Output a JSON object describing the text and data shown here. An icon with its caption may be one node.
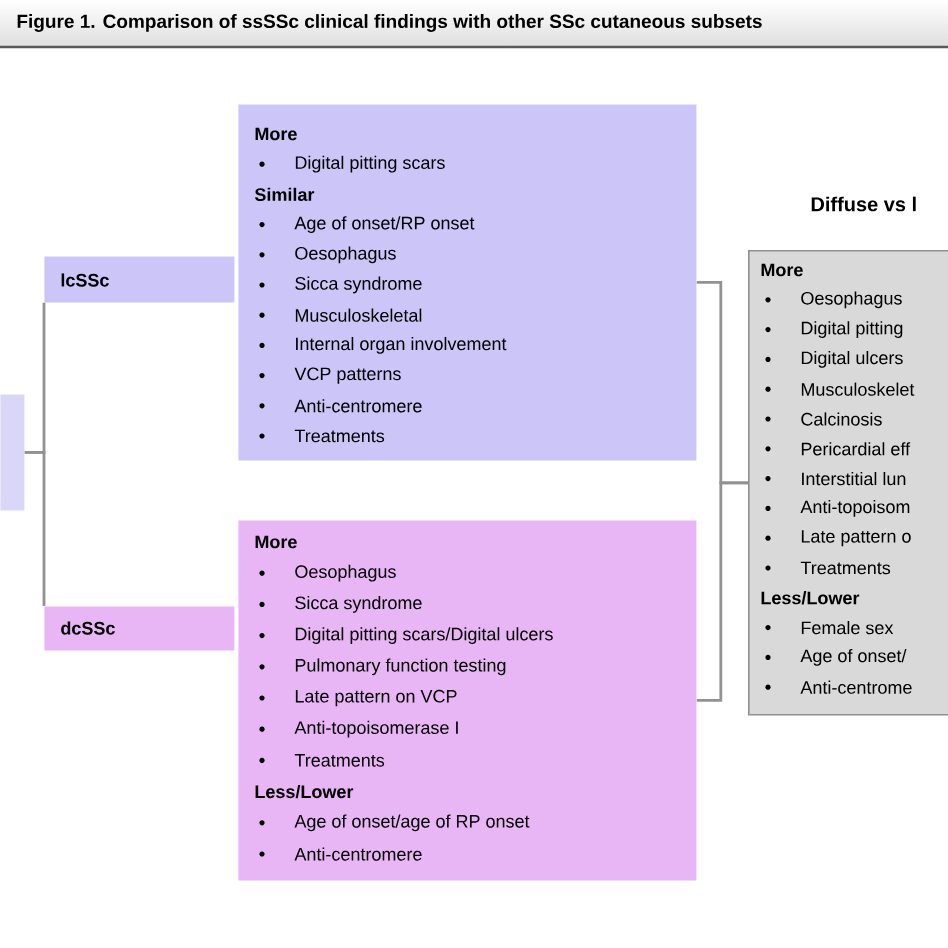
{
  "diagram": {
    "title": "Figure 1. Comparison of ssSSc clinical findings with other SSc cutaneous subsets",
    "nodes": [
      {
        "text": [],
        "shape": "box"
      },
      {
        "text": [
          "lcSSc"
        ]
      },
      {
        "text": [
          "dcSSc"
        ]
      },
      {
        "text": [
          "More",
          "Digital pitting scars",
          "Similar",
          "Age of onset/RP onset",
          "Oesophagus",
          "Sicca syndrome",
          "Musculoskeletal",
          "Internal organ involvement",
          "VCP patterns",
          "Anti-centromere",
          "Treatments"
        ]
      },
      {
        "text": [
          "More",
          "Oesophagus",
          "Sicca syndrome",
          "Digital pitting scars/Digital ulcers",
          "Pulmonary function testing",
          "Late pattern on VCP",
          "Anti-topoisomerase I",
          "Treatments",
          "Less/Lower",
          "Age of onset/age of RP onset",
          "Anti-centromere"
        ]
      },
      {
        "text": [
          "Diffuse vs l",
          "More",
          "Oesophagus",
          "Digital pitting",
          "Digital ulcers",
          "Musculoskelet",
          "Calcinosis",
          "Pericardial eff",
          "Interstitial lun",
          "Anti-topoisom",
          "Late pattern o",
          "Treatments",
          "Less/Lower",
          "Female sex",
          "Age of onset/",
          "Anti-centrome"
        ]
      }
    ],
    "edges": [
      {
        "from": 0,
        "to": 1,
        "arrow": "none"
      },
      {
        "from": 0,
        "to": 2,
        "arrow": "none"
      },
      {
        "from": 3,
        "to": 5,
        "arrow": "none"
      },
      {
        "from": 4,
        "to": 5,
        "arrow": "none"
      }
    ]
  }
}
